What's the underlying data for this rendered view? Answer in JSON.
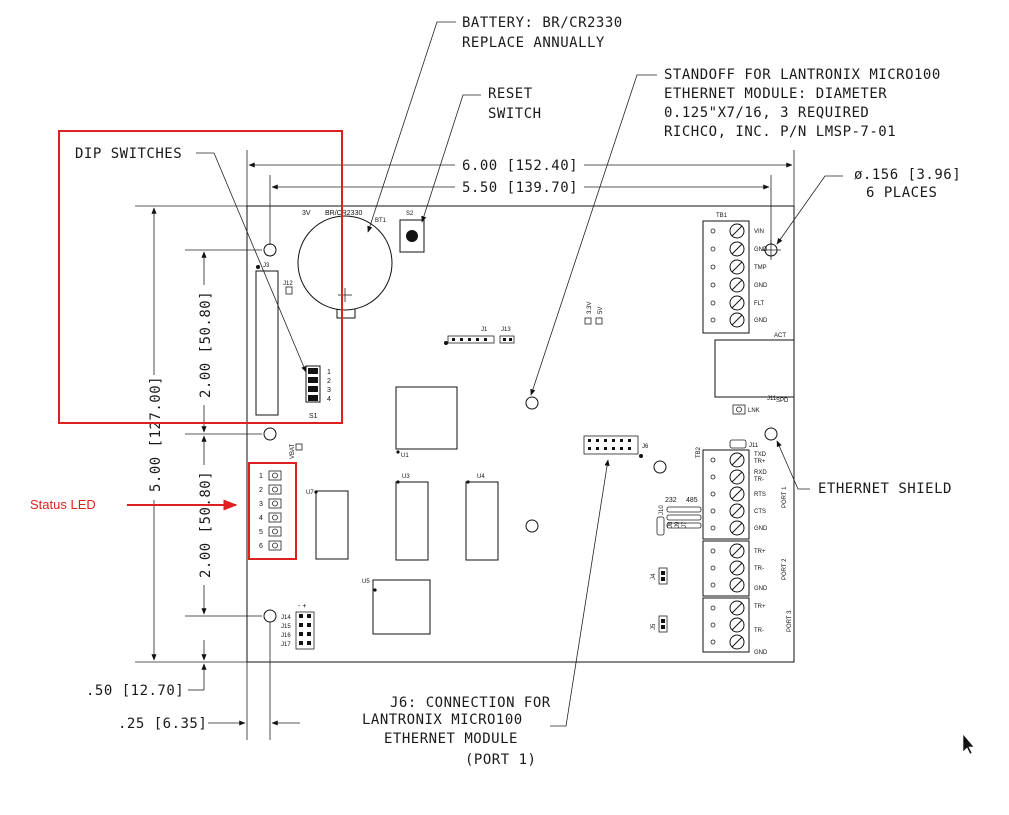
{
  "callouts": {
    "battery": [
      "BATTERY: BR/CR2330",
      "REPLACE ANNUALLY"
    ],
    "reset": [
      "RESET",
      "SWITCH"
    ],
    "standoff": [
      "STANDOFF FOR LANTRONIX MICRO100",
      "ETHERNET MODULE: DIAMETER",
      "0.125\"X7/16, 3 REQUIRED",
      "RICHCO, INC. P/N LMSP-7-01"
    ],
    "dip": "DIP SWITCHES",
    "hole": [
      "ø.156 [3.96]",
      "6 PLACES"
    ],
    "shield": "ETHERNET SHIELD",
    "j6": [
      "J6: CONNECTION FOR",
      "LANTRONIX MICRO100",
      "ETHERNET MODULE",
      "(PORT 1)"
    ],
    "status_led": "Status LED"
  },
  "dimensions": {
    "width_outer": "6.00 [152.40]",
    "width_inner": "5.50 [139.70]",
    "height_total": "5.00 [127.00]",
    "upper_span": "2.00 [50.80]",
    "lower_span": "2.00 [50.80]",
    "bottom_offset": ".50 [12.70]",
    "side_offset": ".25 [6.35]"
  },
  "board": {
    "battery_label_3v": "3V",
    "battery_label": "BR/CR2330",
    "bt1": "BT1",
    "s2": "S2",
    "j3": "J3",
    "j12": "J12",
    "j1": "J1",
    "j13": "J13",
    "j33v": "3.3V",
    "j5v": "5V",
    "s1": "S1",
    "dip_numbers": [
      "1",
      "2",
      "3",
      "4"
    ],
    "vbat": "VBAT",
    "u1": "U1",
    "u3": "U3",
    "u4": "U4",
    "u5": "U5",
    "u7": "U7",
    "j6": "J6",
    "led_numbers": [
      "1",
      "2",
      "3",
      "4",
      "5",
      "6"
    ],
    "jumpers": [
      "J14",
      "J15",
      "J16",
      "J17"
    ],
    "polarity": "- +",
    "tb1": "TB1",
    "tb1_pins": [
      "VIN",
      "GND",
      "TMP",
      "GND",
      "FLT",
      "GND"
    ],
    "act": "ACT",
    "spd": "SPD",
    "lnk": "LNK",
    "j11": "J11",
    "j11b": "J11",
    "tb2": "TB2",
    "port1_pins": [
      "TXD",
      "TR+",
      "RXD",
      "TR-",
      "RTS",
      "CTS",
      "GND"
    ],
    "port1": "PORT 1",
    "port2_pins": [
      "TR+",
      "TR-",
      "GND"
    ],
    "port2": "PORT 2",
    "port3_pins": [
      "TR+",
      "TR-",
      "GND"
    ],
    "port3": "PORT 3",
    "sel_232": "232",
    "sel_485": "485",
    "j10": "J10",
    "j8": "J8",
    "j9": "J9",
    "j7": "J7",
    "j4": "J4",
    "j5": "J5"
  },
  "colors": {
    "highlight": "#e02020",
    "line": "#111111"
  }
}
